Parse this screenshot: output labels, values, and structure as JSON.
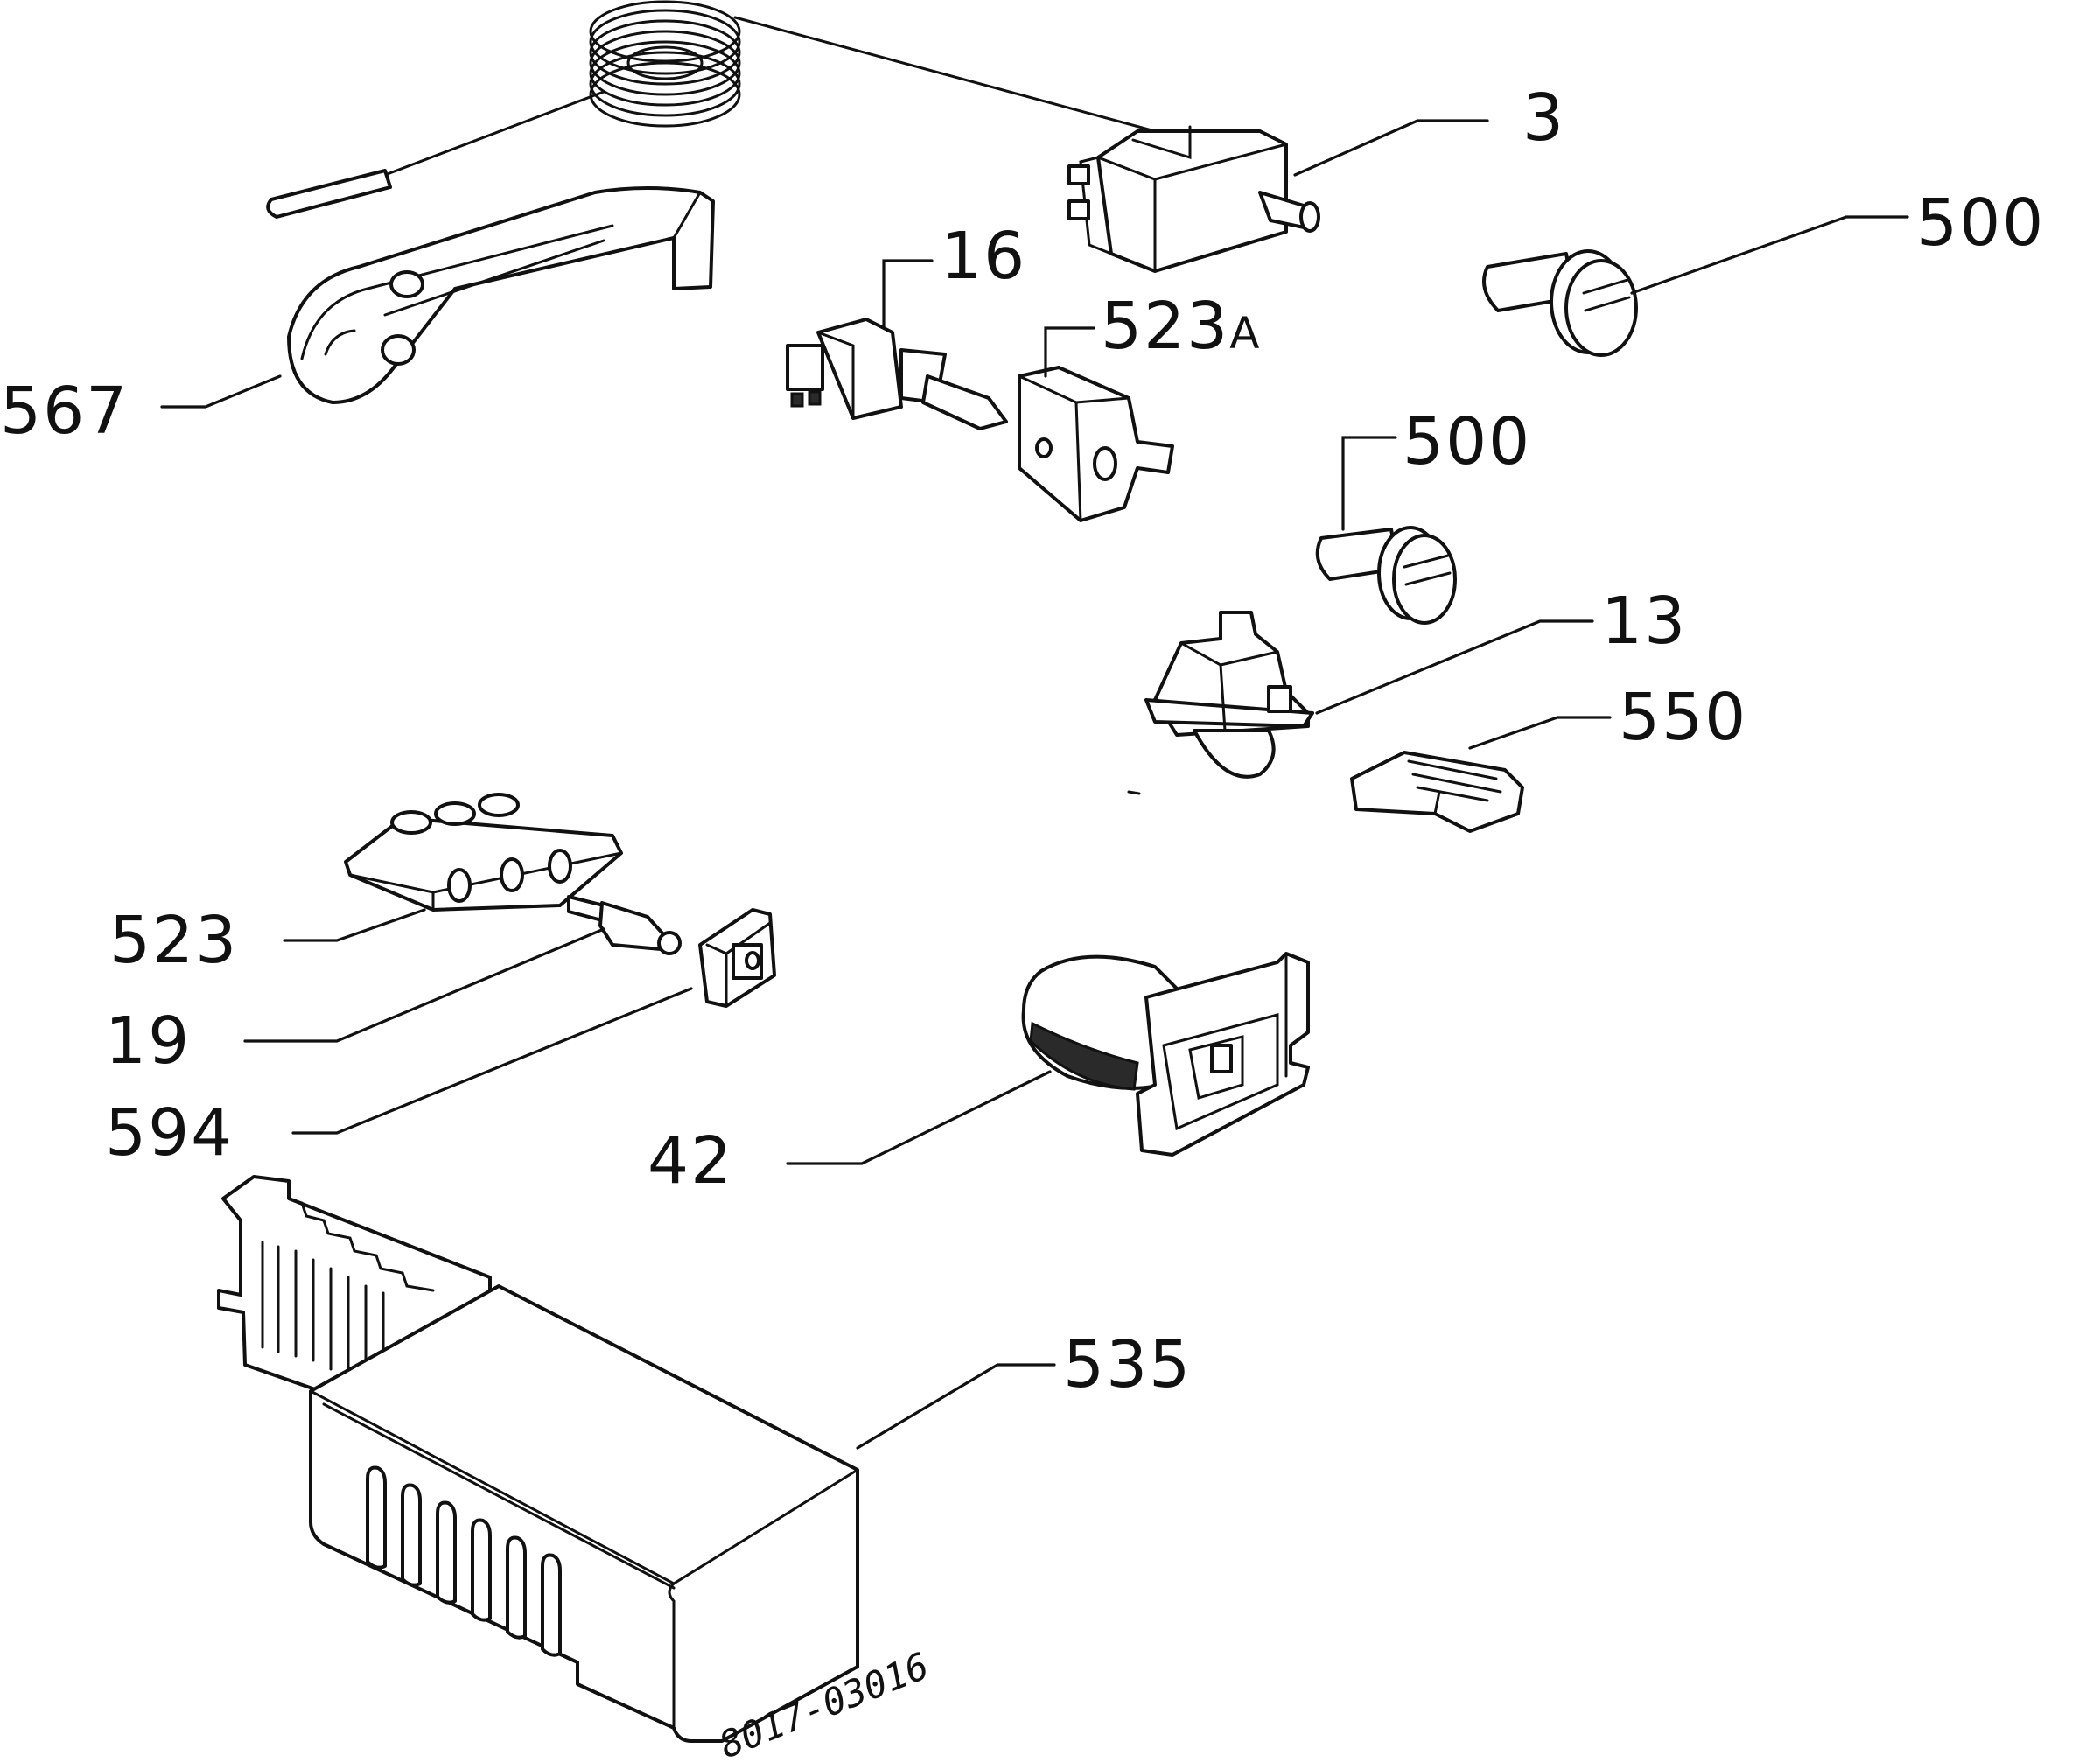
{
  "callouts": {
    "c3": "3",
    "c500a": "500",
    "c16": "16",
    "c523a_num": "523",
    "c523a_suffix": "A",
    "c567": "567",
    "c500b": "500",
    "c13": "13",
    "c550": "550",
    "c523": "523",
    "c19": "19",
    "c594": "594",
    "c42": "42",
    "c535": "535"
  },
  "drawing_reference": "8017-03016",
  "colors": {
    "line": "#111111",
    "background": "#ffffff"
  }
}
